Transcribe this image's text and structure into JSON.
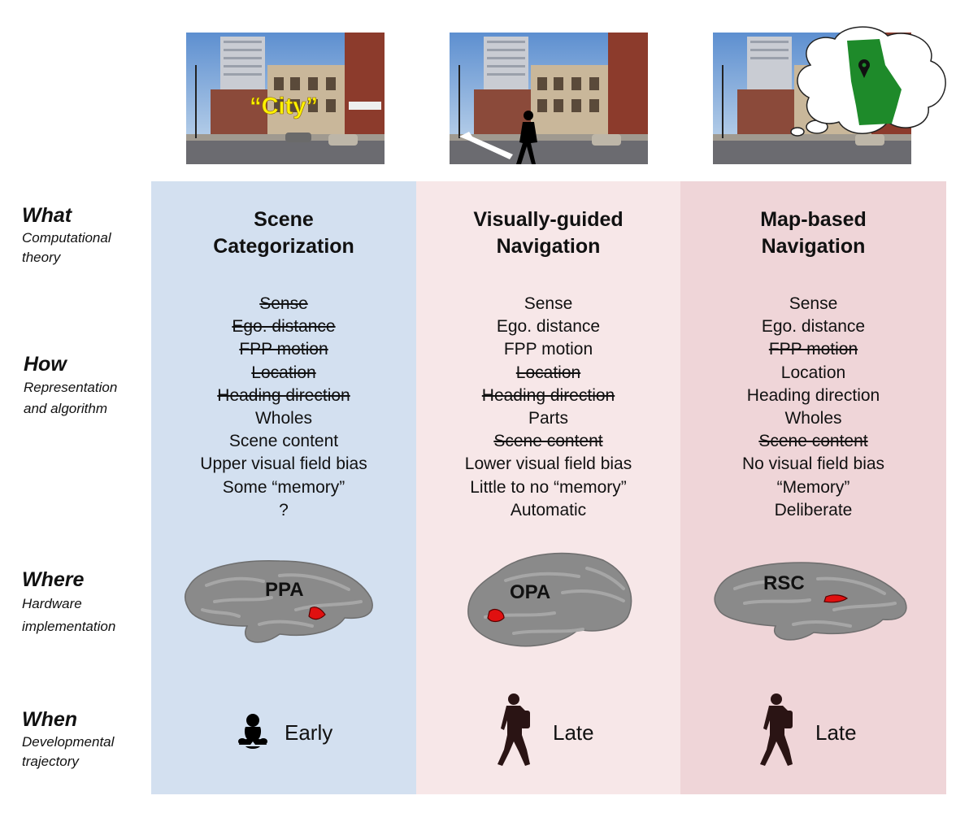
{
  "rows": [
    {
      "heading": "What",
      "sub": [
        "Computational",
        "theory"
      ]
    },
    {
      "heading": "How",
      "sub": [
        "Representation",
        "and algorithm"
      ]
    },
    {
      "heading": "Where",
      "sub": [
        "Hardware",
        "implementation"
      ]
    },
    {
      "heading": "When",
      "sub": [
        "Developmental",
        "trajectory"
      ]
    }
  ],
  "columns": [
    {
      "title": [
        "Scene",
        "Categorization"
      ],
      "photo_overlay_text": "“City”",
      "items": [
        {
          "text": "Sense",
          "struck": true
        },
        {
          "text": "Ego. distance",
          "struck": true
        },
        {
          "text": "FPP motion",
          "struck": true
        },
        {
          "text": "Location",
          "struck": true
        },
        {
          "text": "Heading direction",
          "struck": true
        },
        {
          "text": "Wholes",
          "struck": false
        },
        {
          "text": "Scene content",
          "struck": false
        },
        {
          "text": "Upper visual field bias",
          "struck": false
        },
        {
          "text": "Some “memory”",
          "struck": false
        },
        {
          "text": "?",
          "struck": false
        }
      ],
      "region": "PPA",
      "when": "Early",
      "when_icon": "baby-icon",
      "bg_color": "#d3e0f0"
    },
    {
      "title": [
        "Visually-guided",
        "Navigation"
      ],
      "items": [
        {
          "text": "Sense",
          "struck": false
        },
        {
          "text": "Ego. distance",
          "struck": false
        },
        {
          "text": "FPP motion",
          "struck": false
        },
        {
          "text": "Location",
          "struck": true
        },
        {
          "text": "Heading direction",
          "struck": true
        },
        {
          "text": "Parts",
          "struck": false
        },
        {
          "text": "Scene content",
          "struck": true
        },
        {
          "text": "Lower visual field bias",
          "struck": false
        },
        {
          "text": "Little to no “memory”",
          "struck": false
        },
        {
          "text": "Automatic",
          "struck": false
        }
      ],
      "region": "OPA",
      "when": "Late",
      "when_icon": "walking-child-icon",
      "bg_color": "#f7e7e8"
    },
    {
      "title": [
        "Map-based",
        "Navigation"
      ],
      "items": [
        {
          "text": "Sense",
          "struck": false
        },
        {
          "text": "Ego. distance",
          "struck": false
        },
        {
          "text": "FPP motion",
          "struck": true
        },
        {
          "text": "Location",
          "struck": false
        },
        {
          "text": "Heading direction",
          "struck": false
        },
        {
          "text": "Wholes",
          "struck": false
        },
        {
          "text": "Scene content",
          "struck": true
        },
        {
          "text": "No visual field bias",
          "struck": false
        },
        {
          "text": "“Memory”",
          "struck": false
        },
        {
          "text": "Deliberate",
          "struck": false
        }
      ],
      "region": "RSC",
      "when": "Late",
      "when_icon": "walking-child-icon",
      "bg_color": "#efd5d8"
    }
  ],
  "colors": {
    "region_red": "#e01010",
    "brain_gray": "#8a8a8a",
    "map_green": "#1e8a2a"
  }
}
